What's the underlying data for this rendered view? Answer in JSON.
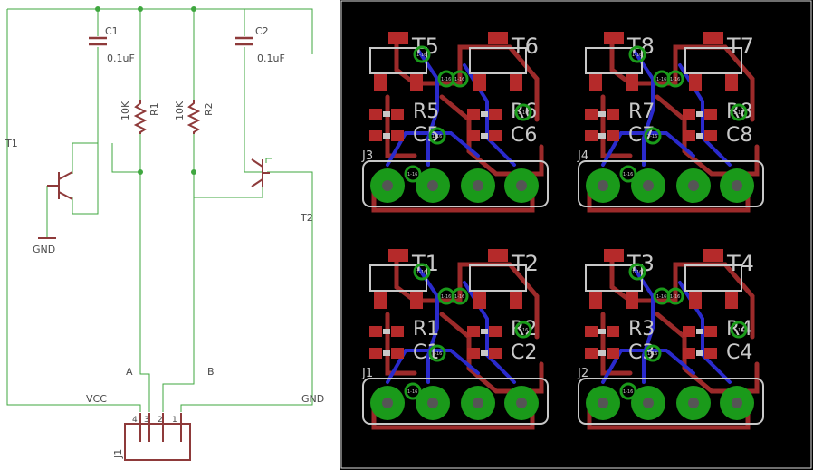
{
  "schematic": {
    "c1_name": "C1",
    "c1_value": "0.1uF",
    "c2_name": "C2",
    "c2_value": "0.1uF",
    "r1_name": "R1",
    "r1_value": "10K",
    "r2_name": "R2",
    "r2_value": "10K",
    "t1": "T1",
    "t2": "T2",
    "gnd_symbol": "GND",
    "net_a": "A",
    "net_b": "B",
    "net_vcc": "VCC",
    "net_gnd": "GND",
    "connector": "J1",
    "pins": [
      "4",
      "3",
      "2",
      "1"
    ]
  },
  "pcb": {
    "boards": [
      {
        "transistors": [
          "T5",
          "T6"
        ],
        "resistors": [
          "R5",
          "R6"
        ],
        "capacitors": [
          "C5",
          "C6"
        ],
        "header": "J3"
      },
      {
        "transistors": [
          "T8",
          "T7"
        ],
        "resistors": [
          "R7",
          "R8"
        ],
        "capacitors": [
          "C7",
          "C8"
        ],
        "header": "J4"
      },
      {
        "transistors": [
          "T1",
          "T2"
        ],
        "resistors": [
          "R1",
          "R2"
        ],
        "capacitors": [
          "C1",
          "C2"
        ],
        "header": "J1"
      },
      {
        "transistors": [
          "T3",
          "T4"
        ],
        "resistors": [
          "R3",
          "R4"
        ],
        "capacitors": [
          "C3",
          "C4"
        ],
        "header": "J2"
      }
    ],
    "via_label": "1-16",
    "colors": {
      "background": "#000000",
      "top_copper": "#9c2a2a",
      "bottom_copper": "#2a2acc",
      "pads": "#1a9a1a",
      "silkscreen": "#c8c8c8",
      "smd_pads": "#b52a2a"
    }
  },
  "colors": {
    "wire": "#3fa73f",
    "symbol": "#8e3a3a"
  }
}
